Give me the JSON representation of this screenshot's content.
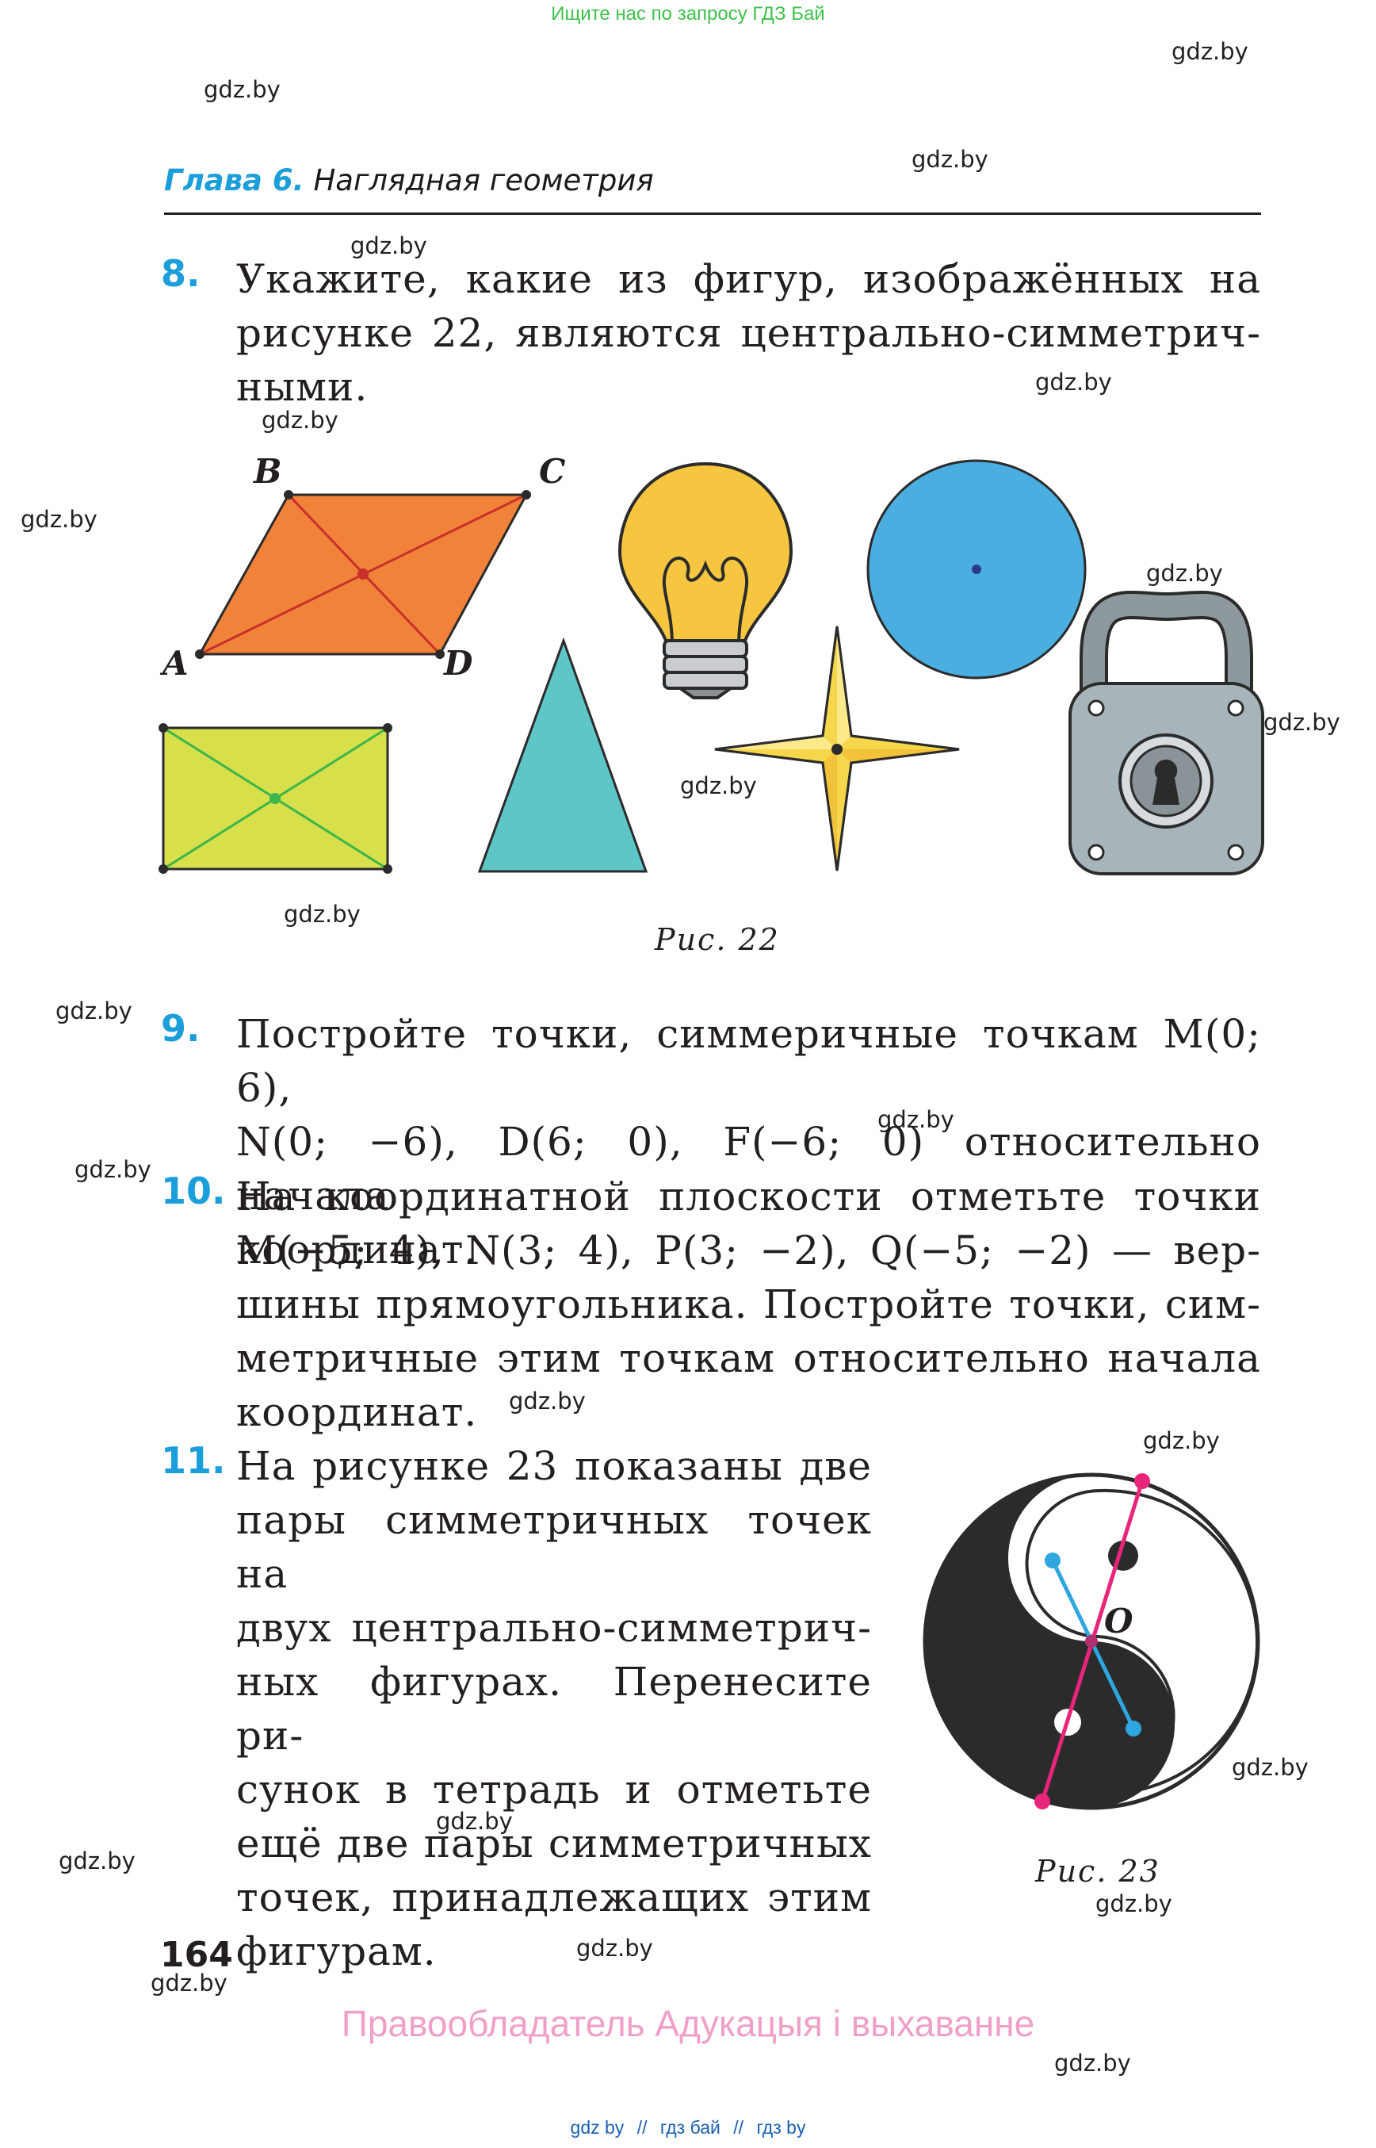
{
  "header": {
    "banner": "Ищите нас по запросу ГДЗ Бай",
    "chapter_number": "Глава 6.",
    "chapter_title": "Наглядная геометрия"
  },
  "watermark": "gdz.by",
  "tasks": {
    "t8": {
      "number": "8.",
      "lines": [
        "Укажите, какие из фигур, изображённых на",
        "рисунке 22, являются центрально-симметрич-",
        "ными."
      ]
    },
    "t9": {
      "number": "9.",
      "lines": [
        "Постройте точки, симмеричные точкам M(0; 6),",
        "N(0; −6), D(6; 0), F(−6; 0) относительно начала",
        "координат."
      ]
    },
    "t10": {
      "number": "10.",
      "lines": [
        "На координатной плоскости отметьте точки",
        "M(−5; 4), N(3; 4), P(3; −2), Q(−5; −2) — вер-",
        "шины прямоугольника. Постройте точки, сим-",
        "метричные этим точкам относительно начала",
        "координат."
      ]
    },
    "t11": {
      "number": "11.",
      "lines": [
        "На рисунке 23 показаны две",
        "пары симметричных точек на",
        "двух центрально-симметрич-",
        "ных фигурах. Перенесите ри-",
        "сунок в тетрадь и отметьте",
        "ещё две пары симметричных",
        "точек, принадлежащих этим",
        "фигурам."
      ]
    }
  },
  "figure22": {
    "caption": "Рис. 22",
    "labels": {
      "A": "A",
      "B": "B",
      "C": "C",
      "D": "D"
    }
  },
  "figure23": {
    "caption": "Рис. 23",
    "label_O": "O"
  },
  "footer": {
    "page_number": "164",
    "copyright": "Правообладатель Адукацыя і выхаванне",
    "links": [
      "gdz by",
      "гдз бай",
      "гдз by"
    ],
    "separator": "//"
  },
  "colors": {
    "accent_blue": "#1b9ed9",
    "parallelogram": "#f0823a",
    "rectangle": "#d7e04a",
    "triangle": "#5fc6c8",
    "circle": "#4aaee0",
    "star": "#f6d64a",
    "bulb": "#f7c640",
    "lock": "#a7b4b9",
    "pink": "#e8257a"
  }
}
